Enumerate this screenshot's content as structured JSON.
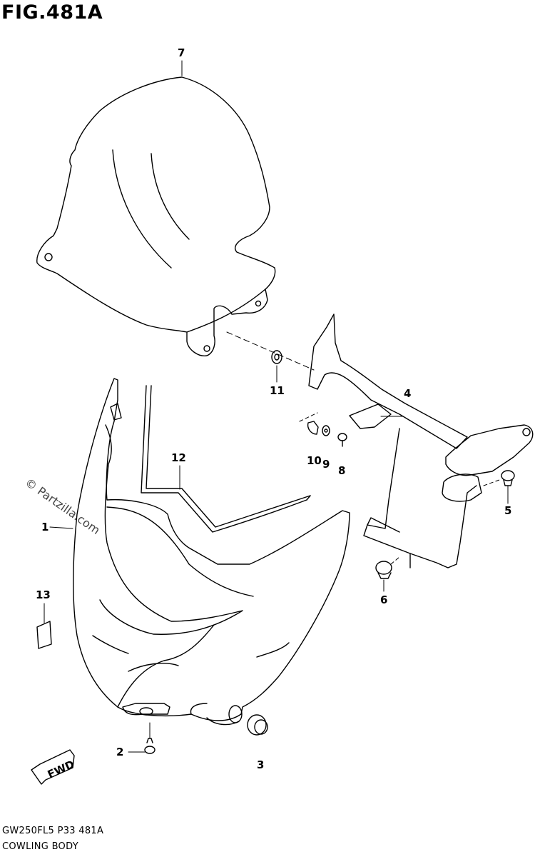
{
  "figure": {
    "title": "FIG.481A",
    "model_code": "GW250FL5  P33  481A",
    "description": "COWLING BODY",
    "watermark": "© Partzilla.com",
    "fwd_label": "FWD"
  },
  "callouts": {
    "c1": "1",
    "c2": "2",
    "c3": "3",
    "c4": "4",
    "c5": "5",
    "c6": "6",
    "c7": "7",
    "c8": "8",
    "c9": "9",
    "c10": "10",
    "c11": "11",
    "c12": "12",
    "c13": "13"
  }
}
